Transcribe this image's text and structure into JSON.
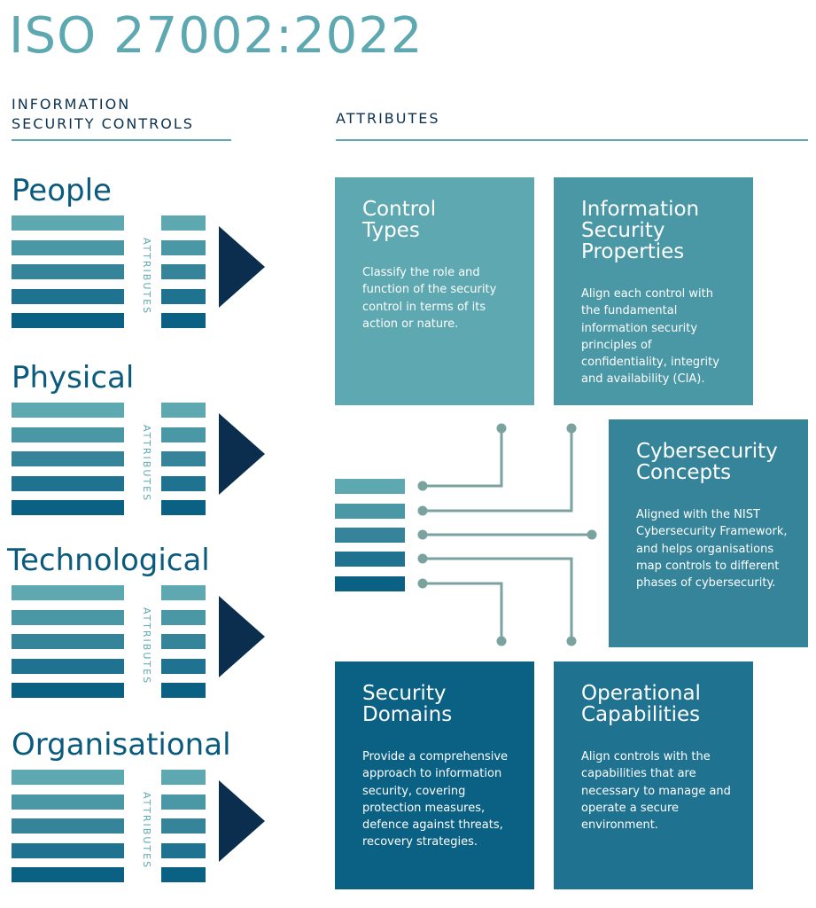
{
  "title": "ISO 27002:2022",
  "left_header": [
    "INFORMATION",
    "SECURITY CONTROLS"
  ],
  "right_header": "ATTRIBUTES",
  "colors": {
    "bar_shades": [
      "#5ea8b1",
      "#4a97a6",
      "#35849a",
      "#1f7290",
      "#0a6184"
    ],
    "arrow": "#0b2e4e",
    "wire": "#7aa3a0"
  },
  "groups": [
    {
      "name": "People",
      "attr_label": "ATTRIBUTES"
    },
    {
      "name": "Physical",
      "attr_label": "ATTRIBUTES"
    },
    {
      "name": "Technological",
      "attr_label": "ATTRIBUTES"
    },
    {
      "name": "Organisational",
      "attr_label": "ATTRIBUTES"
    }
  ],
  "boxes": [
    {
      "title": [
        "Control",
        "Types"
      ],
      "text": "Classify the role and function of the security control in terms of its action or nature.",
      "color": "#5ea8b1"
    },
    {
      "title": [
        "Information",
        "Security",
        "Properties"
      ],
      "text": "Align each control with the fundamental information security principles of confidentiality, integrity and availability (CIA).",
      "color": "#4a97a6"
    },
    {
      "title": [
        "Cybersecurity",
        "Concepts"
      ],
      "text": "Aligned with the NIST Cybersecurity Framework, and helps organisations map controls to different phases of cybersecurity.",
      "color": "#35849a"
    },
    {
      "title": [
        "Security",
        "Domains"
      ],
      "text": "Provide a comprehensive approach to information security, covering protection measures, defence against threats, recovery strategies.",
      "color": "#0a6184"
    },
    {
      "title": [
        "Operational",
        "Capabilities"
      ],
      "text": "Align controls with the capabilities that are necessary to manage and operate a secure environment.",
      "color": "#1f7290"
    }
  ]
}
